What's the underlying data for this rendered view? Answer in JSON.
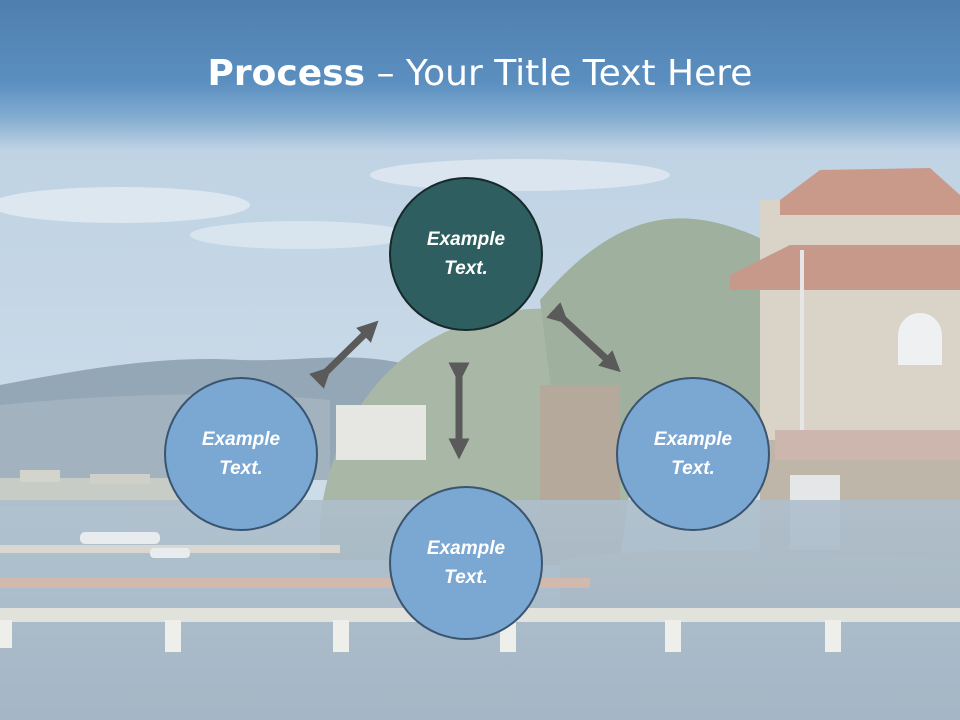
{
  "title": {
    "bold": "Process",
    "rest": " – Your Title Text Here"
  },
  "nodes": {
    "top": "Example\nText.",
    "left": "Example\nText.",
    "right": "Example\nText.",
    "bottom": "Example\nText."
  },
  "colors": {
    "title_band": "#5b8fc0",
    "center_node": "#2e5e5f",
    "outer_node": "#7ba7d3",
    "arrow": "#5a5a5a"
  }
}
